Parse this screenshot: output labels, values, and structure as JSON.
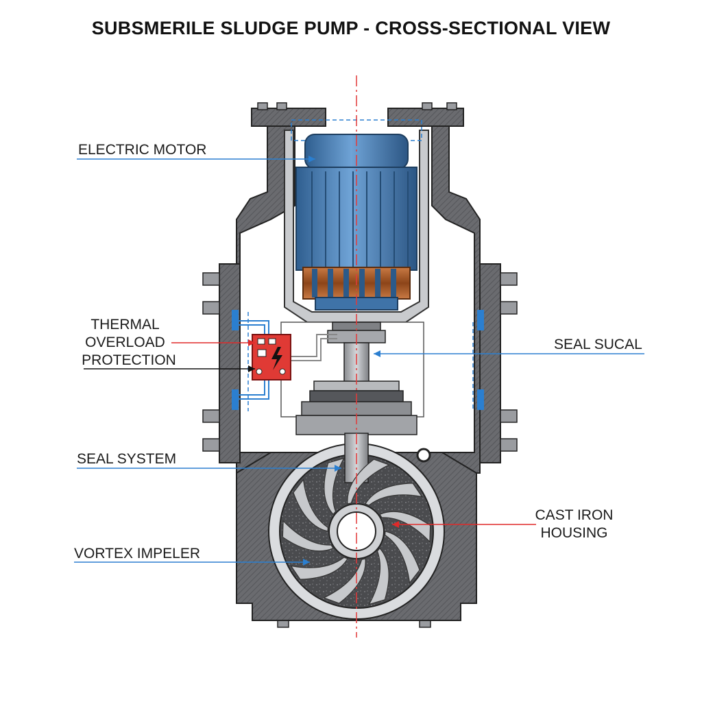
{
  "title": "SUBSMERILE SLUDGE PUMP - CROSS-SECTIONAL VIEW",
  "labels": {
    "electric_motor": "ELECTRIC MOTOR",
    "thermal_line1": "THERMAL",
    "thermal_line2": "OVERLOAD",
    "thermal_line3": "PROTECTION",
    "seal_sucal": "SEAL SUCAL",
    "seal_system": "SEAL SYSTEM",
    "cast_iron_line1": "CAST IRON",
    "cast_iron_line2": "HOUSING",
    "vortex_impeler": "VORTEX IMPELER"
  },
  "colors": {
    "housing": "#5e5f63",
    "housing_dark": "#3a3b3e",
    "motor_blue": "#4d86bf",
    "motor_dark": "#2c5a89",
    "copper": "#b5622d",
    "thermal_red": "#e03a35",
    "leader_blue": "#2b7fd0",
    "leader_red": "#e02a2a",
    "centerline": "#e23b3b"
  },
  "icons": {
    "lightning": "lightning-icon"
  }
}
